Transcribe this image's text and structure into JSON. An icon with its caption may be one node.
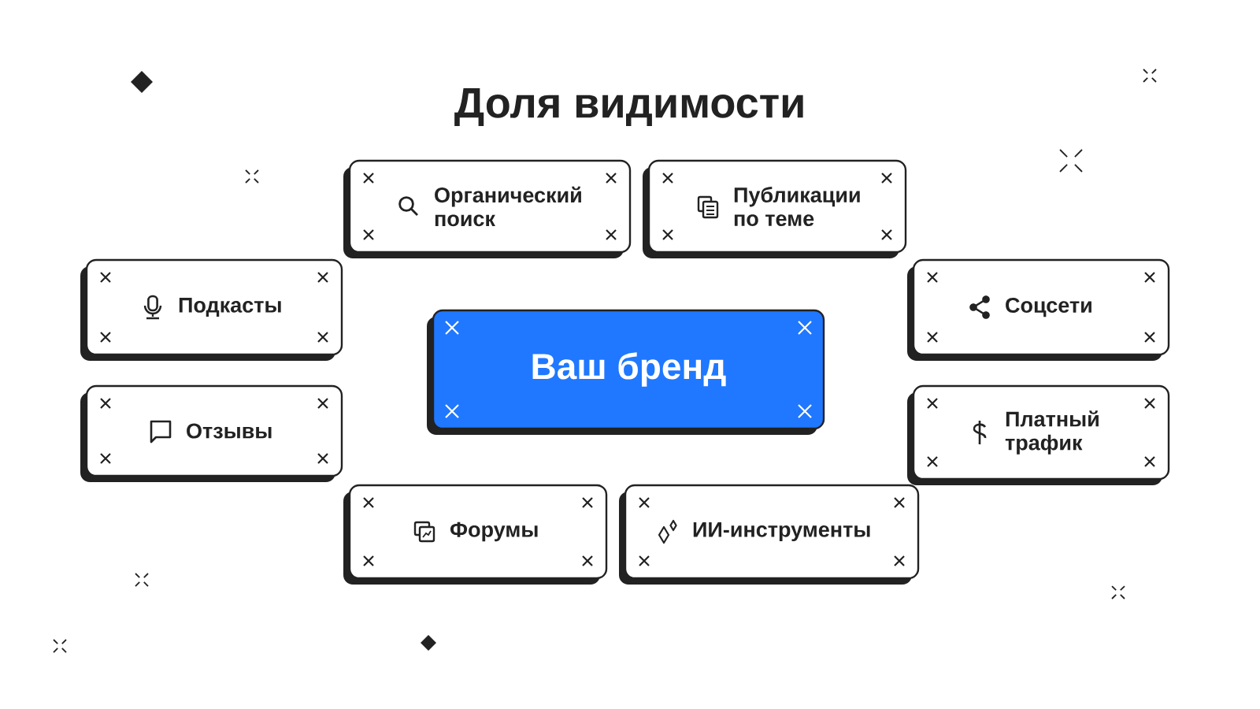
{
  "diagram": {
    "title": "Доля видимости",
    "nodes": [
      {
        "text": [
          "Органический поиск"
        ]
      },
      {
        "text": [
          "Публикации по теме"
        ]
      },
      {
        "text": [
          "Подкасты"
        ]
      },
      {
        "text": [
          "Соцсети"
        ]
      },
      {
        "text": [
          "Ваш бренд"
        ]
      },
      {
        "text": [
          "Отзывы"
        ]
      },
      {
        "text": [
          "Платный трафик"
        ]
      },
      {
        "text": [
          "Форумы"
        ]
      },
      {
        "text": [
          "ИИ-инструменты"
        ]
      }
    ]
  }
}
